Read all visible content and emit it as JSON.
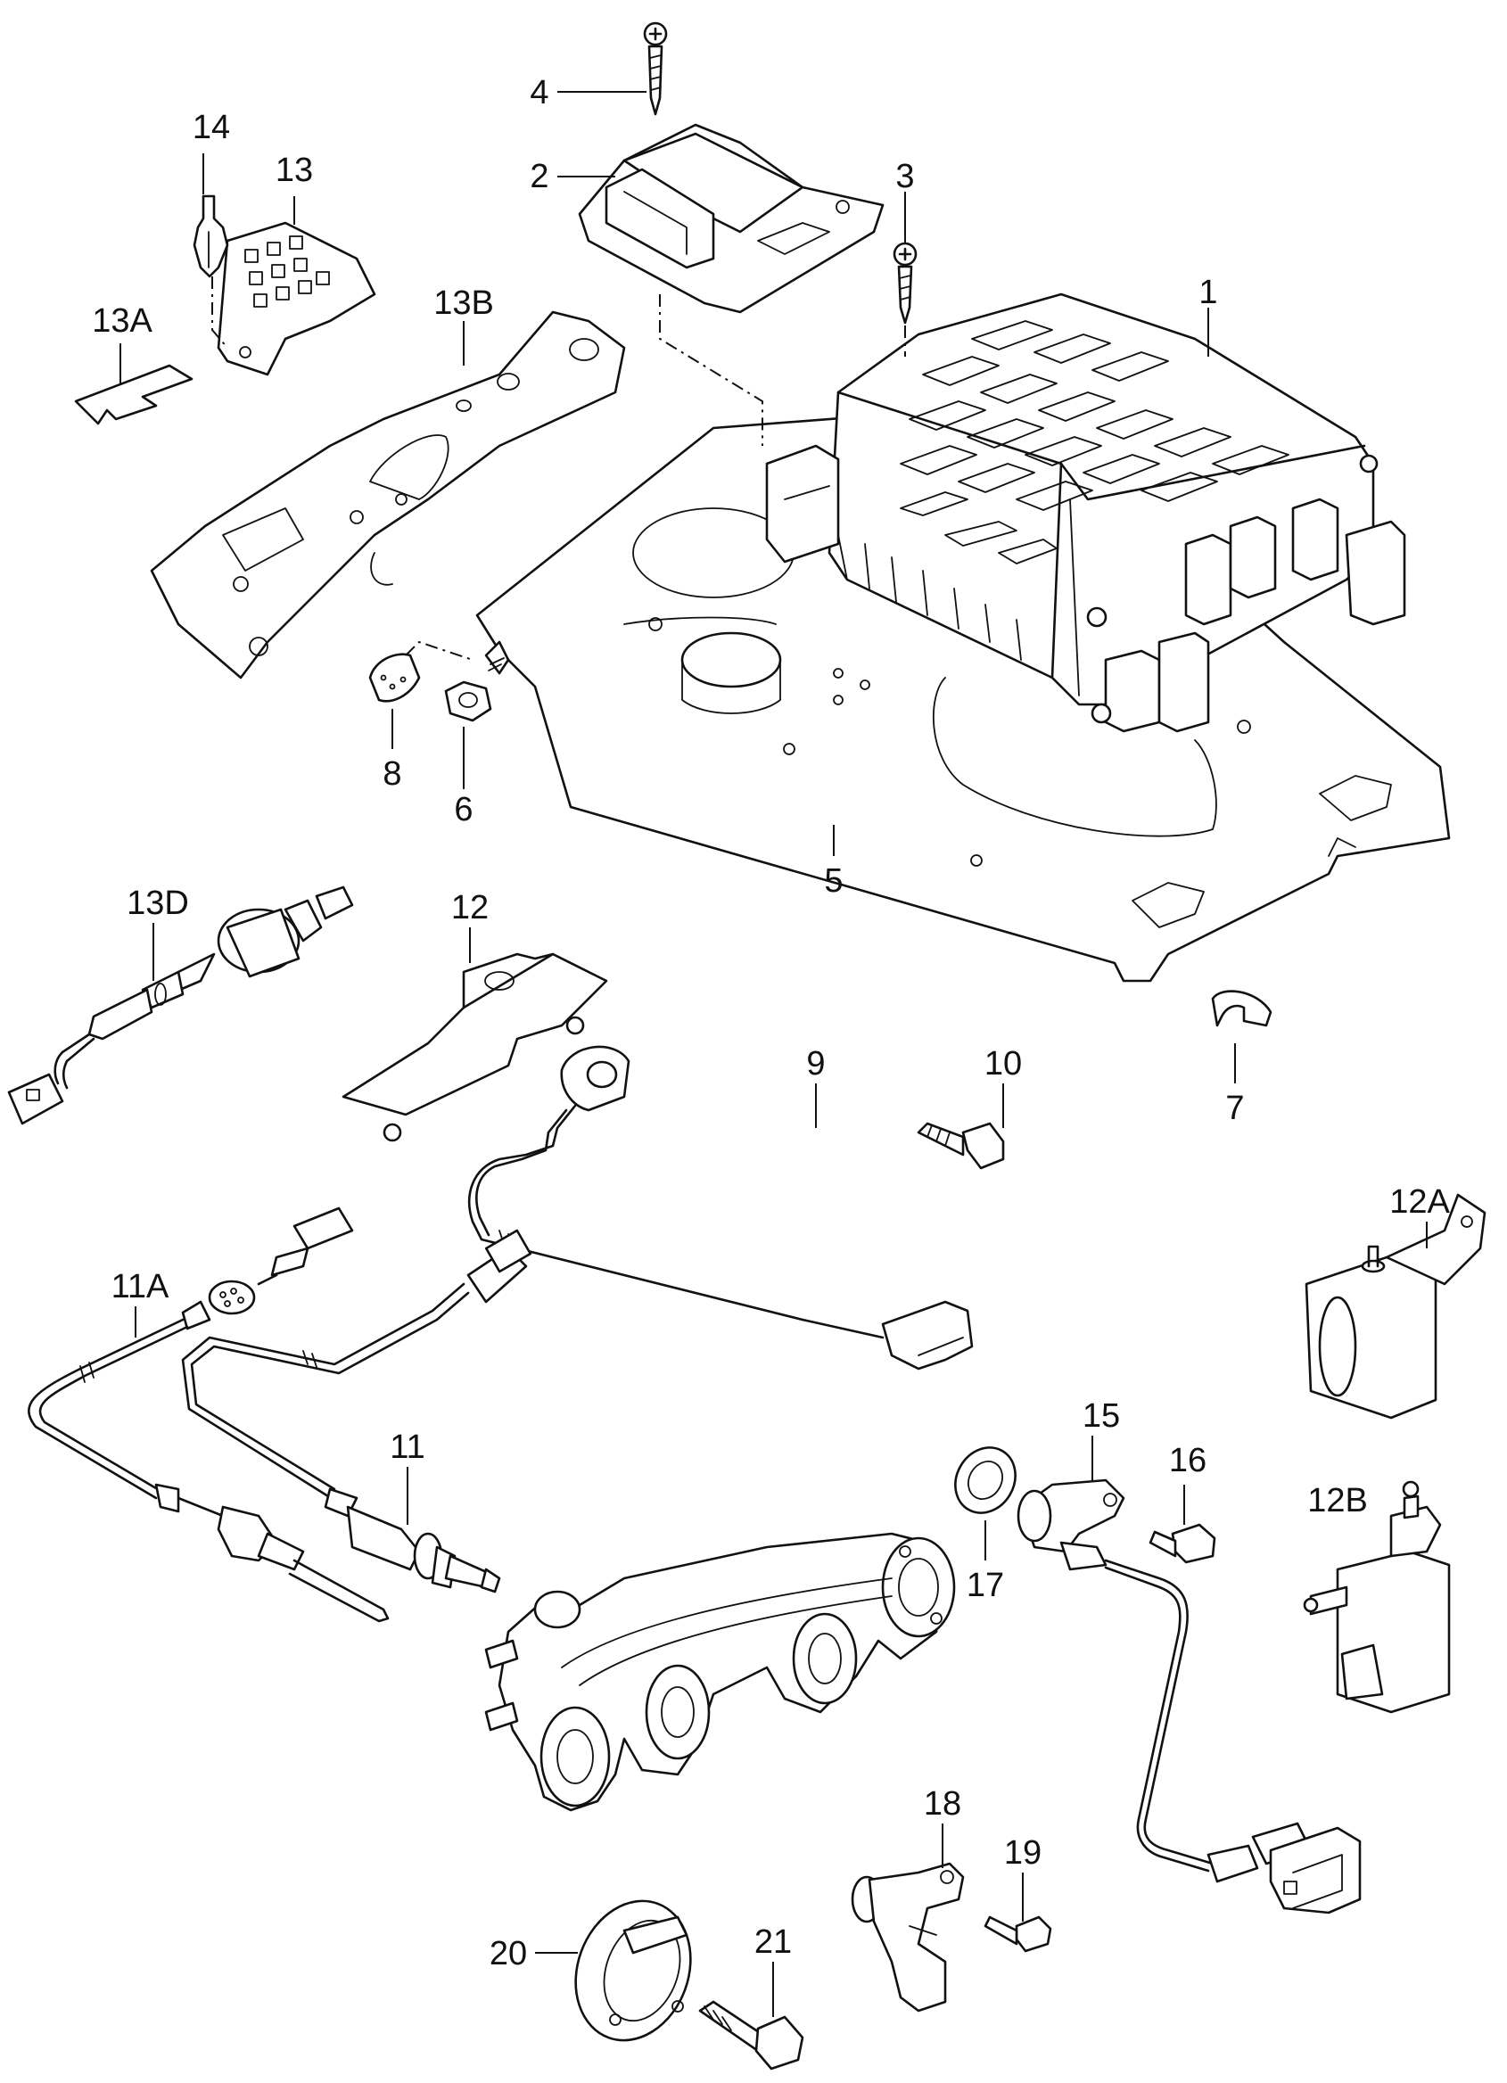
{
  "callouts": {
    "c1": "1",
    "c2": "2",
    "c3": "3",
    "c4": "4",
    "c5": "5",
    "c6": "6",
    "c7": "7",
    "c8": "8",
    "c9": "9",
    "c10": "10",
    "c11": "11",
    "c11a": "11A",
    "c12": "12",
    "c12a": "12A",
    "c12b": "12B",
    "c13": "13",
    "c13a": "13A",
    "c13b": "13B",
    "c13d": "13D",
    "c14": "14",
    "c15": "15",
    "c16": "16",
    "c17": "17",
    "c18": "18",
    "c19": "19",
    "c20": "20",
    "c21": "21"
  }
}
